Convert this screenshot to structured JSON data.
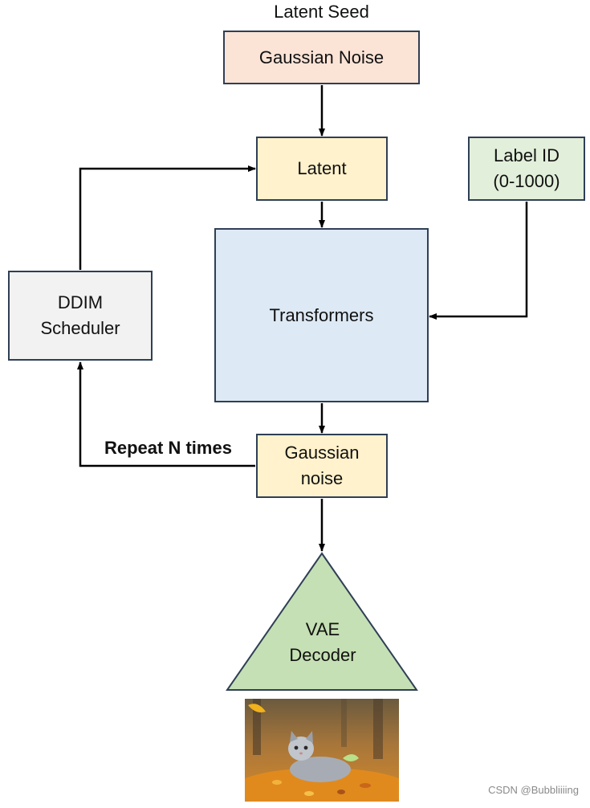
{
  "labels": {
    "latent_seed": "Latent Seed",
    "repeat": "Repeat N times"
  },
  "nodes": {
    "gaussian_noise": "Gaussian Noise",
    "latent": "Latent",
    "label_id": [
      "Label ID",
      "(0-1000)"
    ],
    "transformers": "Transformers",
    "ddim_scheduler": [
      "DDIM",
      "Scheduler"
    ],
    "gaussian_noise_out": [
      "Gaussian",
      "noise"
    ],
    "vae_decoder": [
      "VAE",
      "Decoder"
    ]
  },
  "watermark": "CSDN @Bubbliiiing",
  "colors": {
    "noise": "#fbe3d6",
    "latent": "#fff2cc",
    "label": "#e2efda",
    "transformer": "#dde9f5",
    "scheduler": "#f2f2f2",
    "vae": "#c5e0b4",
    "border": "#2f3f55"
  }
}
